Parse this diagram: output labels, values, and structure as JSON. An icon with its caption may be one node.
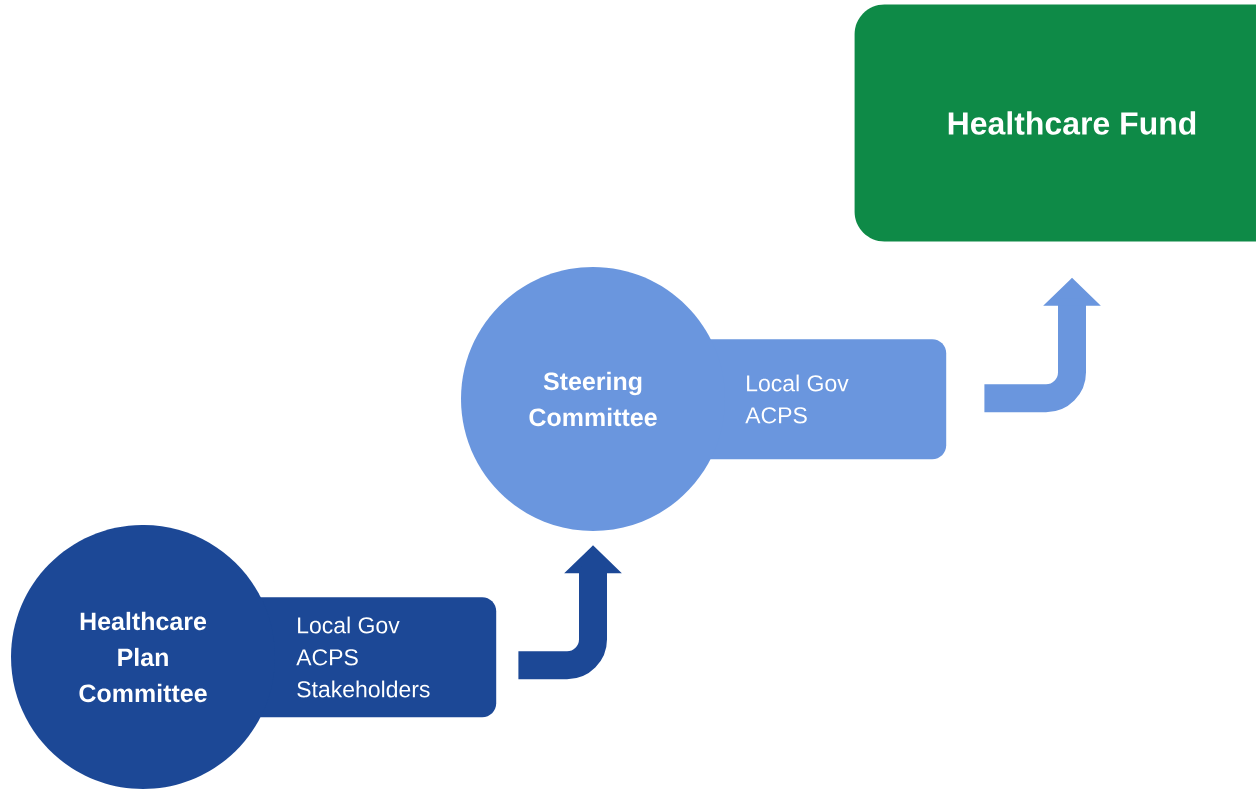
{
  "diagram": {
    "nodes": [
      {
        "text": [
          "Healthcare Plan Committee",
          "Local Gov",
          "ACPS",
          "Stakeholders"
        ]
      },
      {
        "text": [
          "Steering Committee",
          "Local Gov",
          "ACPS"
        ]
      },
      {
        "text": [
          "Healthcare Fund"
        ]
      }
    ],
    "edges": [
      {
        "from": 0,
        "to": 1,
        "arrow": "to",
        "color": "#1c4896"
      },
      {
        "from": 1,
        "to": 2,
        "arrow": "to",
        "color": "#6a96de"
      }
    ]
  }
}
